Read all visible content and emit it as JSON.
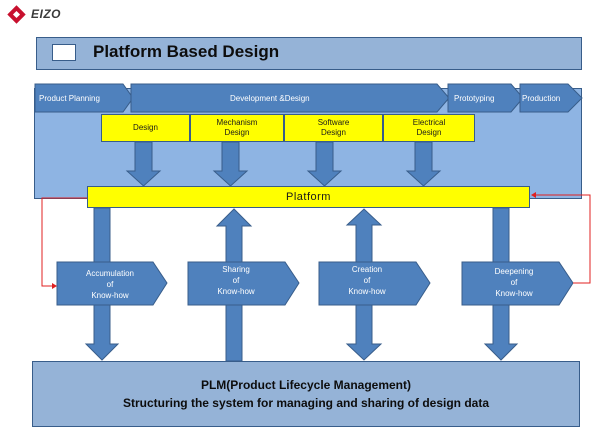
{
  "brand": {
    "name": "EIZO",
    "accent": "#c8102e"
  },
  "title": "Platform Based Design",
  "phases": [
    "Product Planning",
    "Development &Design",
    "Prototyping",
    "Production"
  ],
  "design_areas": [
    {
      "label": "Design"
    },
    {
      "label": "Mechanism\nDesign"
    },
    {
      "label": "Software\nDesign"
    },
    {
      "label": "Electrical\nDesign"
    }
  ],
  "platform": {
    "label": "Platform"
  },
  "knowhow_cycle": [
    {
      "label": "Accumulation\nof\nKnow-how"
    },
    {
      "label": "Sharing\nof\nKnow-how"
    },
    {
      "label": "Creation\nof\nKnow-how"
    },
    {
      "label": "Deepening\nof\nKnow-how"
    }
  ],
  "plm": {
    "title": "PLM(Product  Lifecycle Management)",
    "subtitle": "Structuring  the system for managing and sharing of design data"
  },
  "colors": {
    "arrow_fill": "#4f81bd",
    "arrow_stroke": "#385d8a",
    "highlight": "#ffff00",
    "frame": "#8eb4e3",
    "feedback_line": "#e02020"
  }
}
